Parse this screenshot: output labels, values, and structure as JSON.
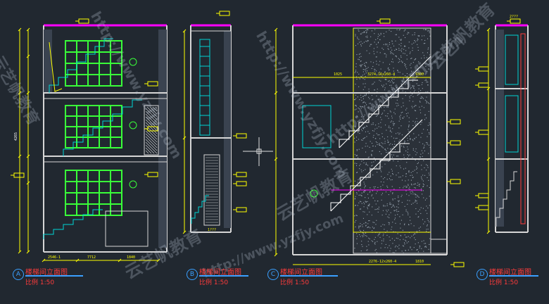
{
  "colors": {
    "background": "#212830",
    "wall": "#d6d6d6",
    "cyan": "#00d4d4",
    "green": "#39ff39",
    "yellow": "#ffff00",
    "magenta": "#ff00ff",
    "red": "#ff3b3b",
    "blue": "#3aa0ff"
  },
  "watermark": {
    "url": "http://www.yzfjy.com",
    "brand": "云艺帆教育"
  },
  "elevations": [
    {
      "letter": "A",
      "title": "楼梯间立面图",
      "scale": "比例 1:50"
    },
    {
      "letter": "B",
      "title": "楼梯间立面图",
      "scale": "比例 1:50"
    },
    {
      "letter": "C",
      "title": "楼梯间立面图",
      "scale": "比例 1:50"
    },
    {
      "letter": "D",
      "title": "楼梯间立面图",
      "scale": "比例 1:50"
    }
  ],
  "dimensions": {
    "a_bottom": [
      "2546-1",
      "7712",
      "1840"
    ],
    "b_bottom": "1???",
    "c_top": [
      "1025",
      "3274-16x260-4",
      "1800"
    ],
    "c_bottom": [
      "2276-12x260-4",
      "1810"
    ],
    "d_top": "2???"
  }
}
